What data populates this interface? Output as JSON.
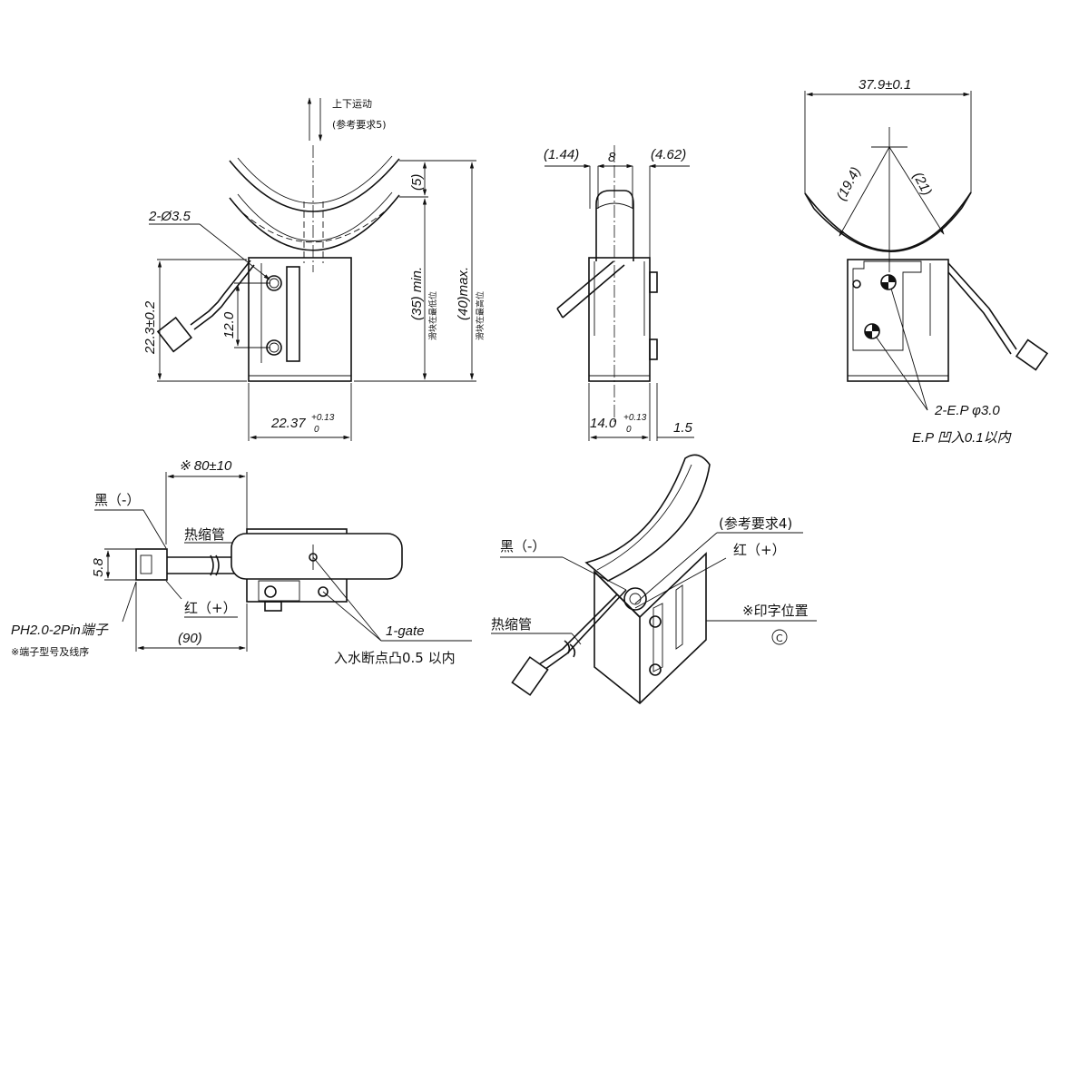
{
  "labels": {
    "motion": "上下运动",
    "motion_ref": "(参考要求5)",
    "dim_5": "(5)",
    "dim_35": "(35) min.",
    "dim_35_note": "滑块在最低位",
    "dim_40": "(40)max.",
    "dim_40_note": "滑块在最高位",
    "holes": "2-Ø3.5",
    "dim_22_3": "22.3±0.2",
    "dim_12": "12.0",
    "dim_22_37": "22.37",
    "tol_plus_013_a": "+0.13",
    "tol_zero_a": "0",
    "dim_1_44": "(1.44)",
    "dim_8": "8",
    "dim_4_62": "(4.62)",
    "dim_14": "14.0",
    "tol_plus_013_b": "+0.13",
    "tol_zero_b": "0",
    "dim_1_5": "1.5",
    "dim_37_9": "37.9±0.1",
    "dim_19_4": "(19.4)",
    "dim_21": "(21)",
    "ep": "2-E.P φ3.0",
    "ep_note": "E.P 凹入0.1以内",
    "dim_80": "※ 80±10",
    "black_1": "黑（-）",
    "heat_shrink_1": "热缩管",
    "dim_5_8": "5.8",
    "red_1": "红（+）",
    "connector": "PH2.0-2Pin端子",
    "connector_note": "※端子型号及线序",
    "dim_90": "(90)",
    "gate": "1-gate",
    "gate_note": "入水断点凸0.5 以内",
    "ref_4": "(参考要求4)",
    "black_2": "黑（-）",
    "red_2": "红（+）",
    "heat_shrink_2": "热缩管",
    "print_pos": "※印字位置",
    "print_mark": "C"
  }
}
